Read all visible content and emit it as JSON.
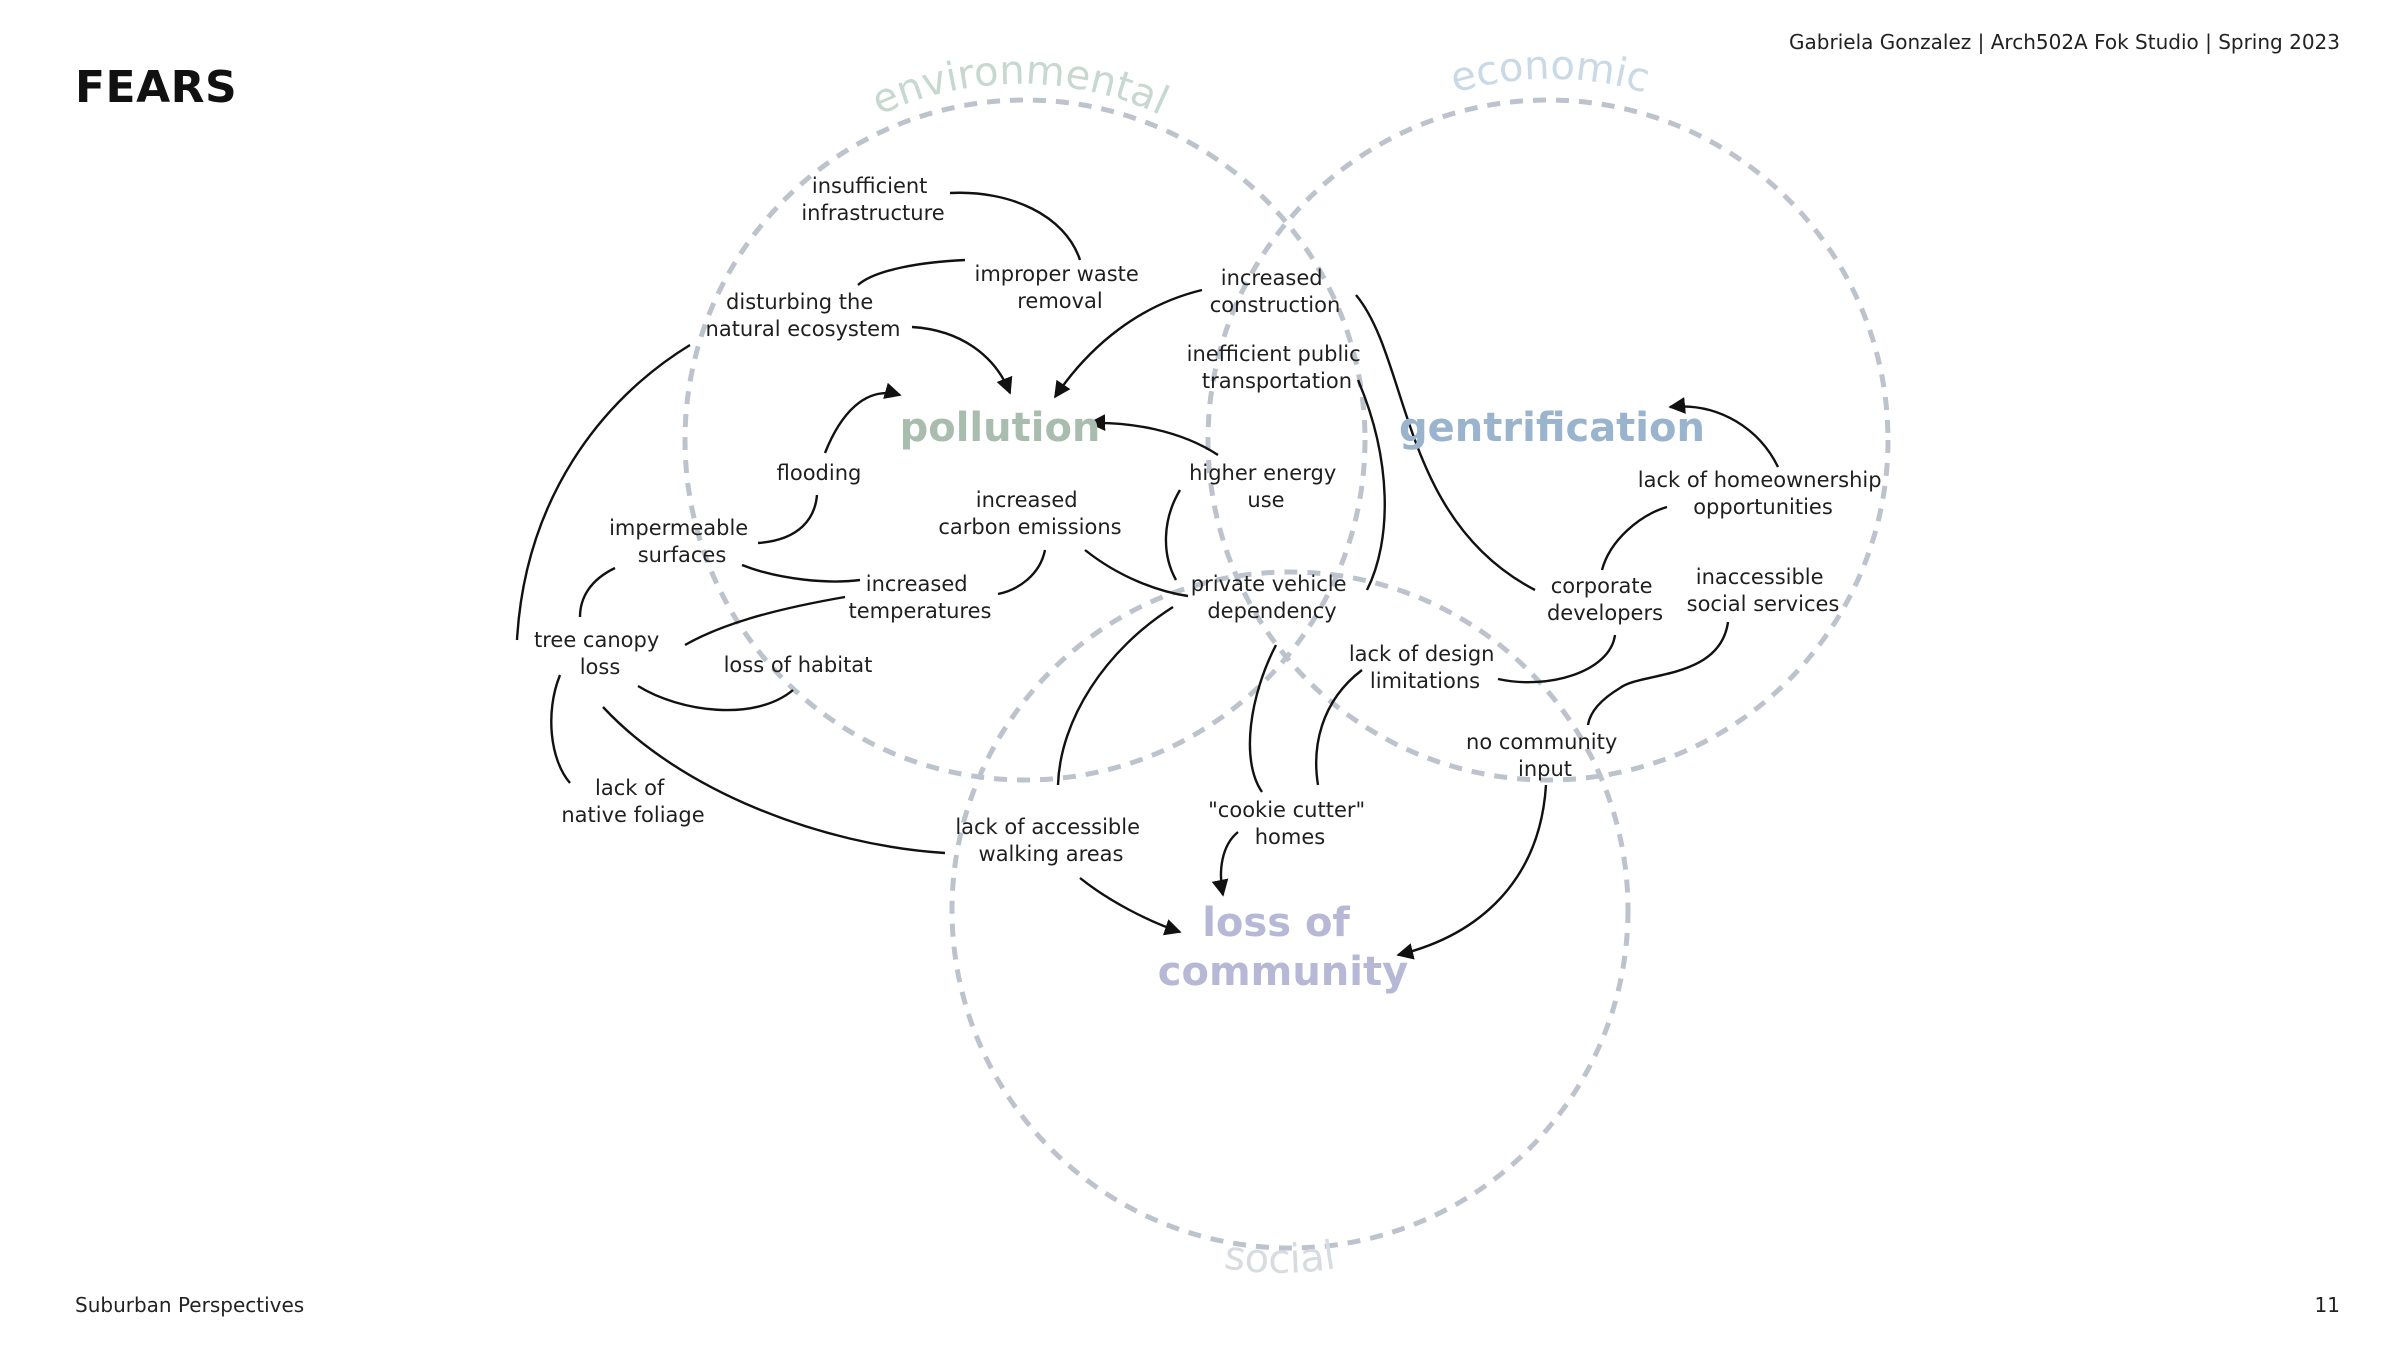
{
  "page": {
    "title": "FEARS",
    "credit": "Gabriela Gonzalez | Arch502A Fok Studio | Spring 2023",
    "footer": "Suburban Perspectives",
    "page_number": "11"
  },
  "domains": {
    "environmental": "environmental",
    "economic": "economic",
    "social": "social"
  },
  "colors": {
    "environmental": "#c6d8cf",
    "economic": "#c9d9e6",
    "social": "#d8dce1",
    "pollution": "#a9bdaf",
    "gentrification": "#99b4cc",
    "loss_of_community": "#b6b8d6",
    "circle": "#bcc3cc"
  },
  "hubs": {
    "pollution": "pollution",
    "gentrification": "gentrification",
    "loss_of_community": [
      "loss of",
      "community"
    ]
  },
  "nodes": {
    "insufficient_infrastructure": [
      "insufficient",
      "infrastructure"
    ],
    "improper_waste_removal": [
      "improper waste",
      "removal"
    ],
    "disturbing_ecosystem": [
      "disturbing the",
      "natural ecosystem"
    ],
    "increased_construction": [
      "increased",
      "construction"
    ],
    "inefficient_transport": [
      "inefficient public",
      "transportation"
    ],
    "flooding": [
      "flooding"
    ],
    "higher_energy_use": [
      "higher energy",
      "use"
    ],
    "increased_carbon_emissions": [
      "increased",
      "carbon emissions"
    ],
    "impermeable_surfaces": [
      "impermeable",
      "surfaces"
    ],
    "increased_temperatures": [
      "increased",
      "temperatures"
    ],
    "private_vehicle_dependency": [
      "private vehicle",
      "dependency"
    ],
    "tree_canopy_loss": [
      "tree canopy",
      "loss"
    ],
    "loss_of_habitat": [
      "loss of habitat"
    ],
    "lack_of_native_foliage": [
      "lack of",
      "native foliage"
    ],
    "lack_of_walking_areas": [
      "lack of accessible",
      "walking areas"
    ],
    "cookie_cutter_homes": [
      "\"cookie cutter\"",
      "homes"
    ],
    "lack_of_design_limitations": [
      "lack of design",
      "limitations"
    ],
    "corporate_developers": [
      "corporate",
      "developers"
    ],
    "no_community_input": [
      "no community",
      "input"
    ],
    "lack_of_homeownership": [
      "lack of homeownership",
      "opportunities"
    ],
    "inaccessible_social_services": [
      "inaccessible",
      "social services"
    ]
  }
}
